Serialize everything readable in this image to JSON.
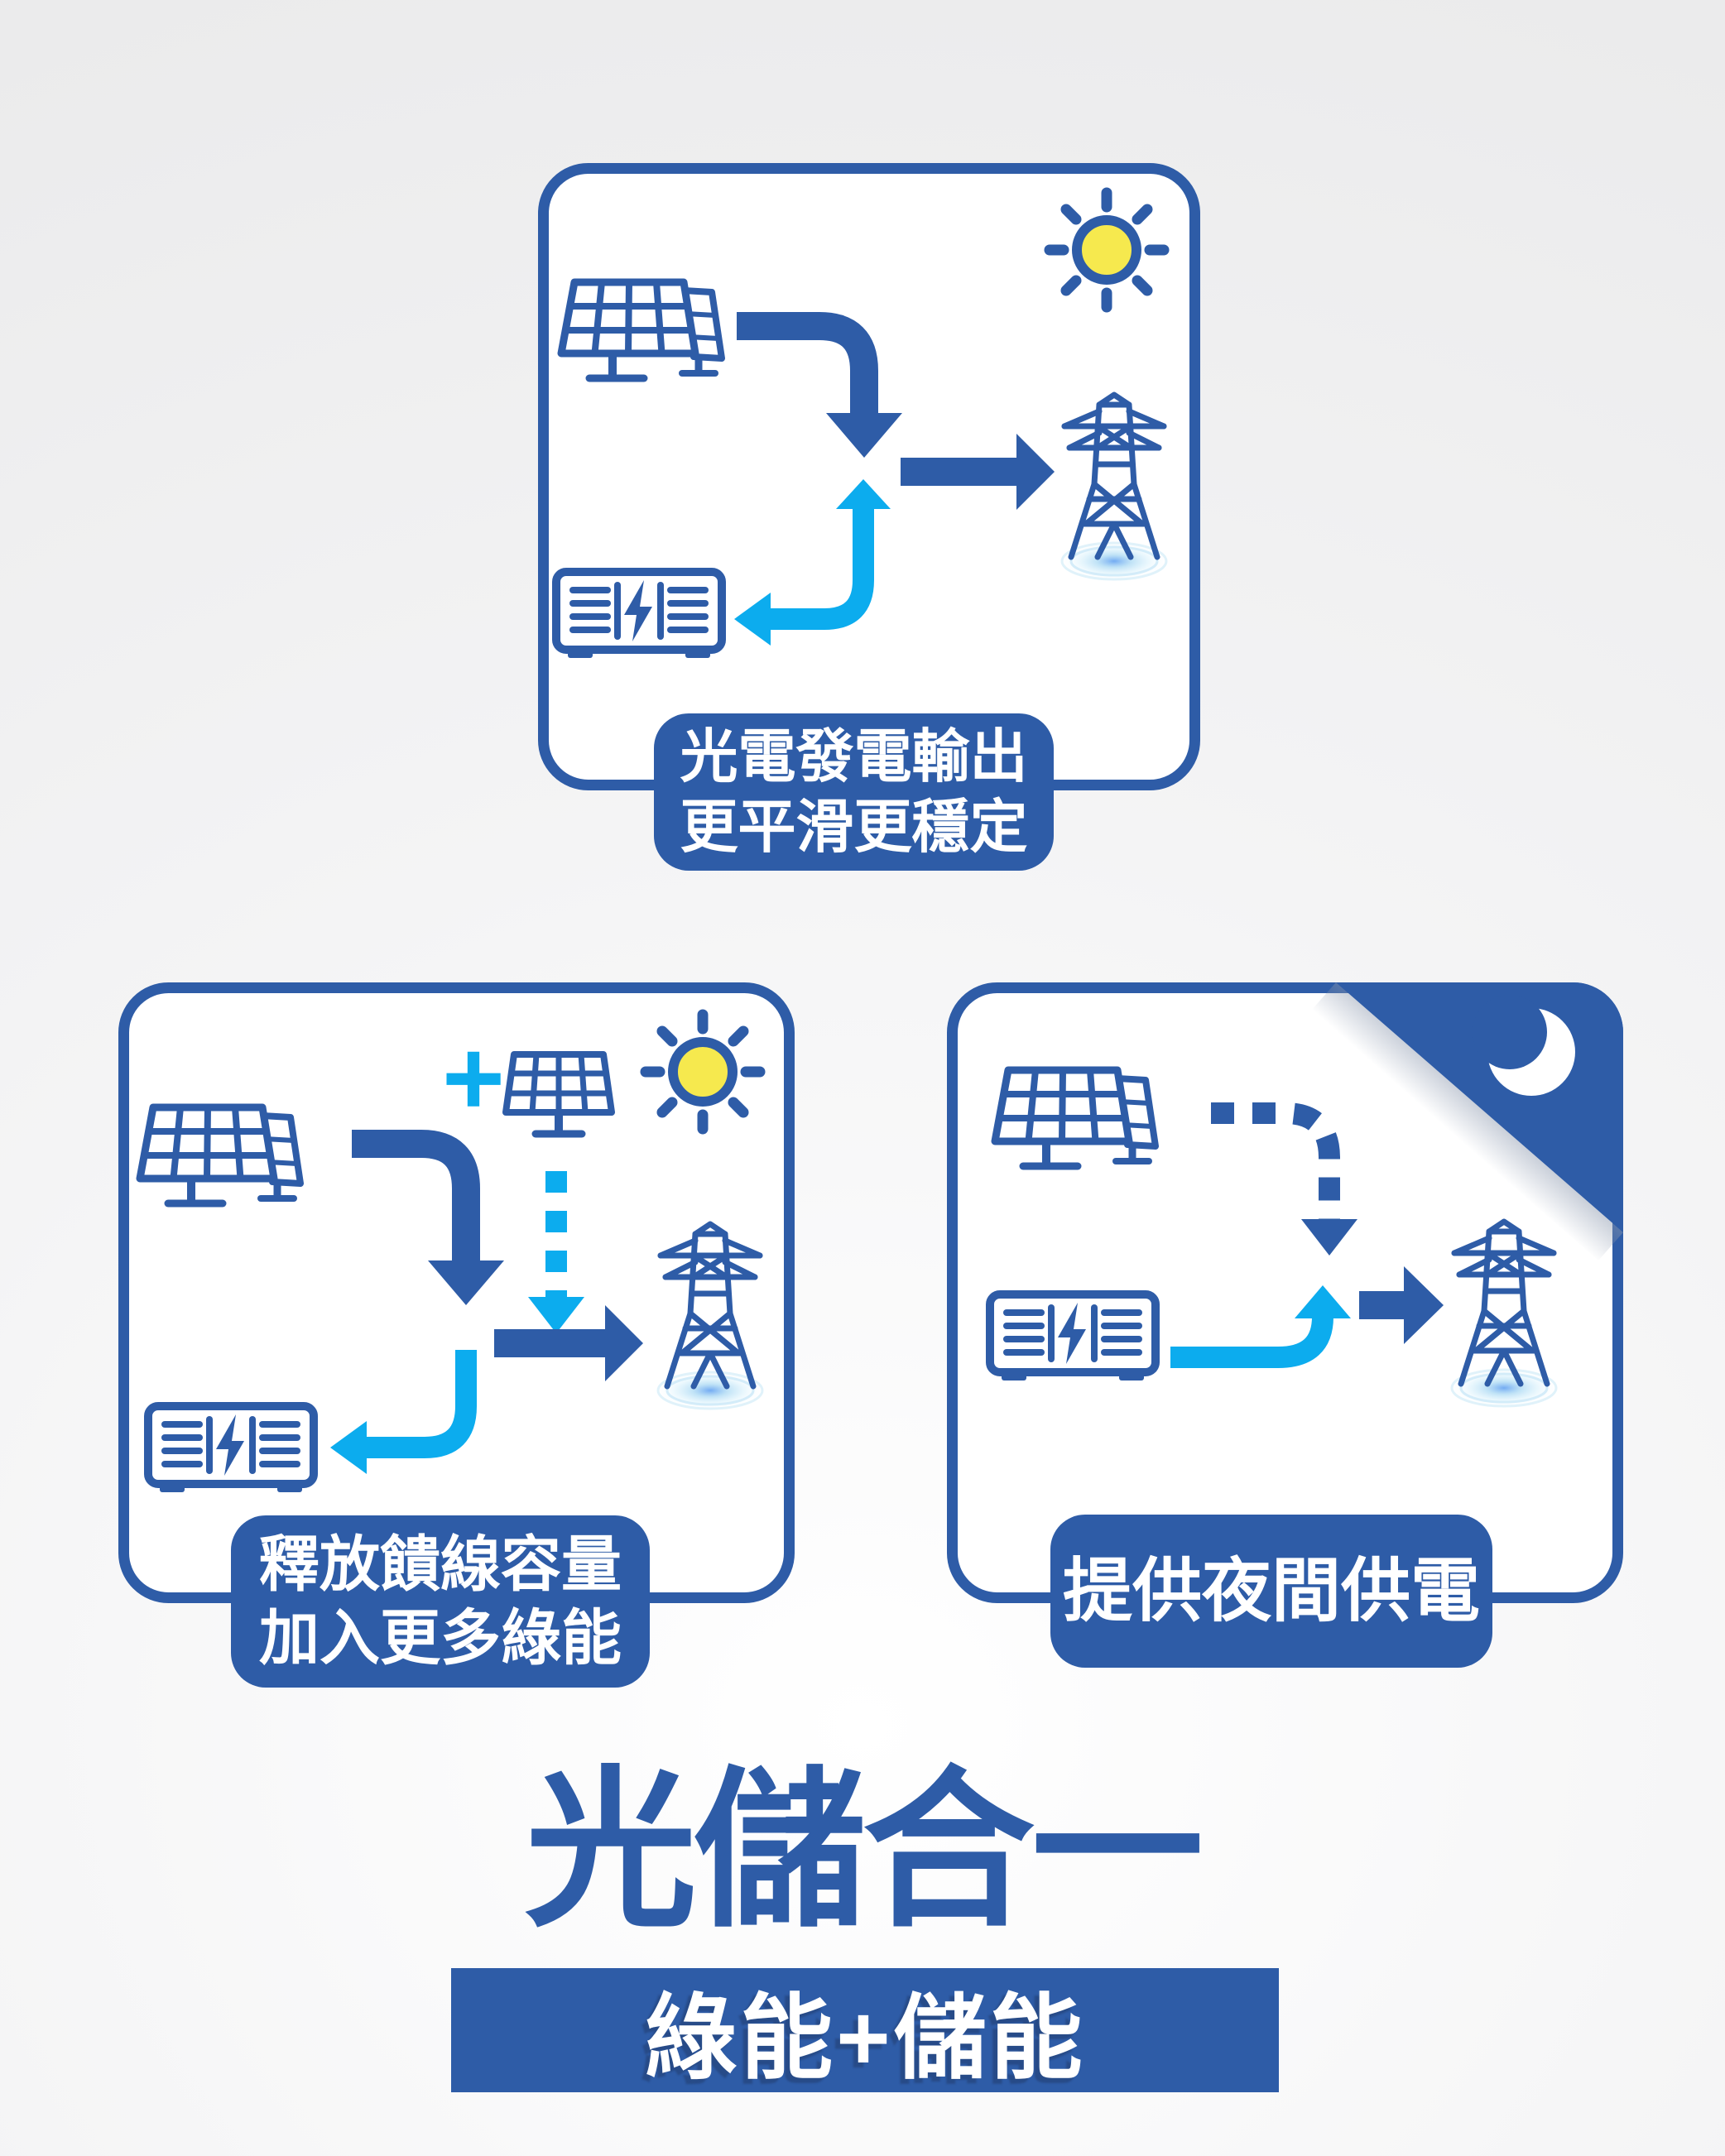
{
  "colors": {
    "primary_blue": "#2e5ca7",
    "accent_cyan": "#0cacee",
    "sun_yellow": "#f6e94e",
    "page_background": "#ededee",
    "card_background": "#ffffff",
    "caption_background": "#2e5ca7",
    "caption_text": "#ffffff"
  },
  "cards": {
    "smoothing": {
      "caption_line1": "光電發電輸出",
      "caption_line2": "更平滑更穩定"
    },
    "capacity": {
      "plus_label": "+",
      "caption_line1": "釋放饋線容量",
      "caption_line2": "加入更多綠能"
    },
    "night": {
      "caption": "提供夜間供電"
    }
  },
  "footer": {
    "title": "光儲合一",
    "subtitle": "綠能+儲能"
  },
  "icons": {
    "sun": "sun-icon",
    "moon": "moon-icon",
    "solar_panel": "solar-panel-icon",
    "solar_panel_small": "solar-panel-small-icon",
    "plus": "plus-icon",
    "battery_storage": "battery-storage-icon",
    "transmission_tower": "transmission-tower-icon"
  }
}
